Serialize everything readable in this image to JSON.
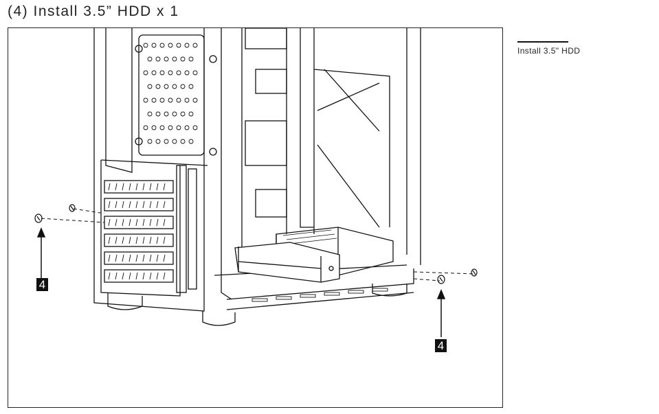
{
  "page": {
    "title": "(4) Install 3.5” HDD x 1"
  },
  "side_note": {
    "label": "Install 3.5\" HDD"
  },
  "callouts": [
    {
      "label": "4"
    },
    {
      "label": "4"
    }
  ],
  "icons": {
    "screw": "screw-icon",
    "arrow": "arrow-up-icon"
  },
  "colors": {
    "line": "#111111",
    "callout_bg": "#111111",
    "callout_text": "#ffffff"
  }
}
